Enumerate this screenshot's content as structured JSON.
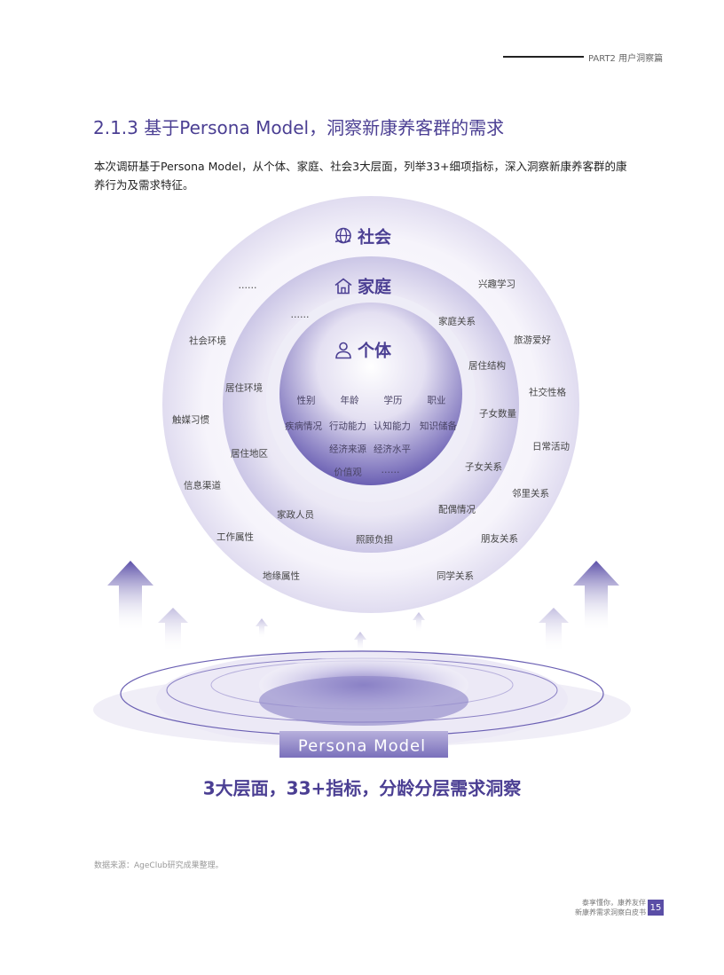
{
  "header": {
    "section": "PART2 用户洞察篇"
  },
  "title": "2.1.3 基于Persona Model，洞察新康养客群的需求",
  "intro": "本次调研基于Persona Model，从个体、家庭、社会3大层面，列举33+细项指标，深入洞察新康养客群的康养行为及需求特征。",
  "diagram": {
    "tiers": [
      {
        "title": "社会",
        "icon": "globe-hand-icon",
        "labels": [
          "……",
          "兴趣学习",
          "社会环境",
          "旅游爱好",
          "社交性格",
          "触媒习惯",
          "日常活动",
          "信息渠道",
          "邻里关系",
          "工作属性",
          "朋友关系",
          "地缘属性",
          "同学关系"
        ]
      },
      {
        "title": "家庭",
        "icon": "house-icon",
        "labels": [
          "……",
          "家庭关系",
          "居住结构",
          "居住环境",
          "子女数量",
          "居住地区",
          "子女关系",
          "家政人员",
          "配偶情况",
          "照顾负担"
        ]
      },
      {
        "title": "个体",
        "icon": "person-icon",
        "labels": [
          "性别",
          "年龄",
          "学历",
          "职业",
          "疾病情况",
          "行动能力",
          "认知能力",
          "知识储备",
          "经济来源",
          "经济水平",
          "价值观",
          "……"
        ]
      }
    ],
    "base_label": "Persona Model",
    "summary": "3大层面，33+指标，分龄分层需求洞察"
  },
  "source": "数据来源：AgeClub研究成果整理。",
  "footer": {
    "line1": "泰享懂你，康养友伴",
    "line2": "新康养需求洞察白皮书",
    "page": "15"
  },
  "colors": {
    "accent": "#4b3f93",
    "page_badge": "#5a4ea6"
  }
}
